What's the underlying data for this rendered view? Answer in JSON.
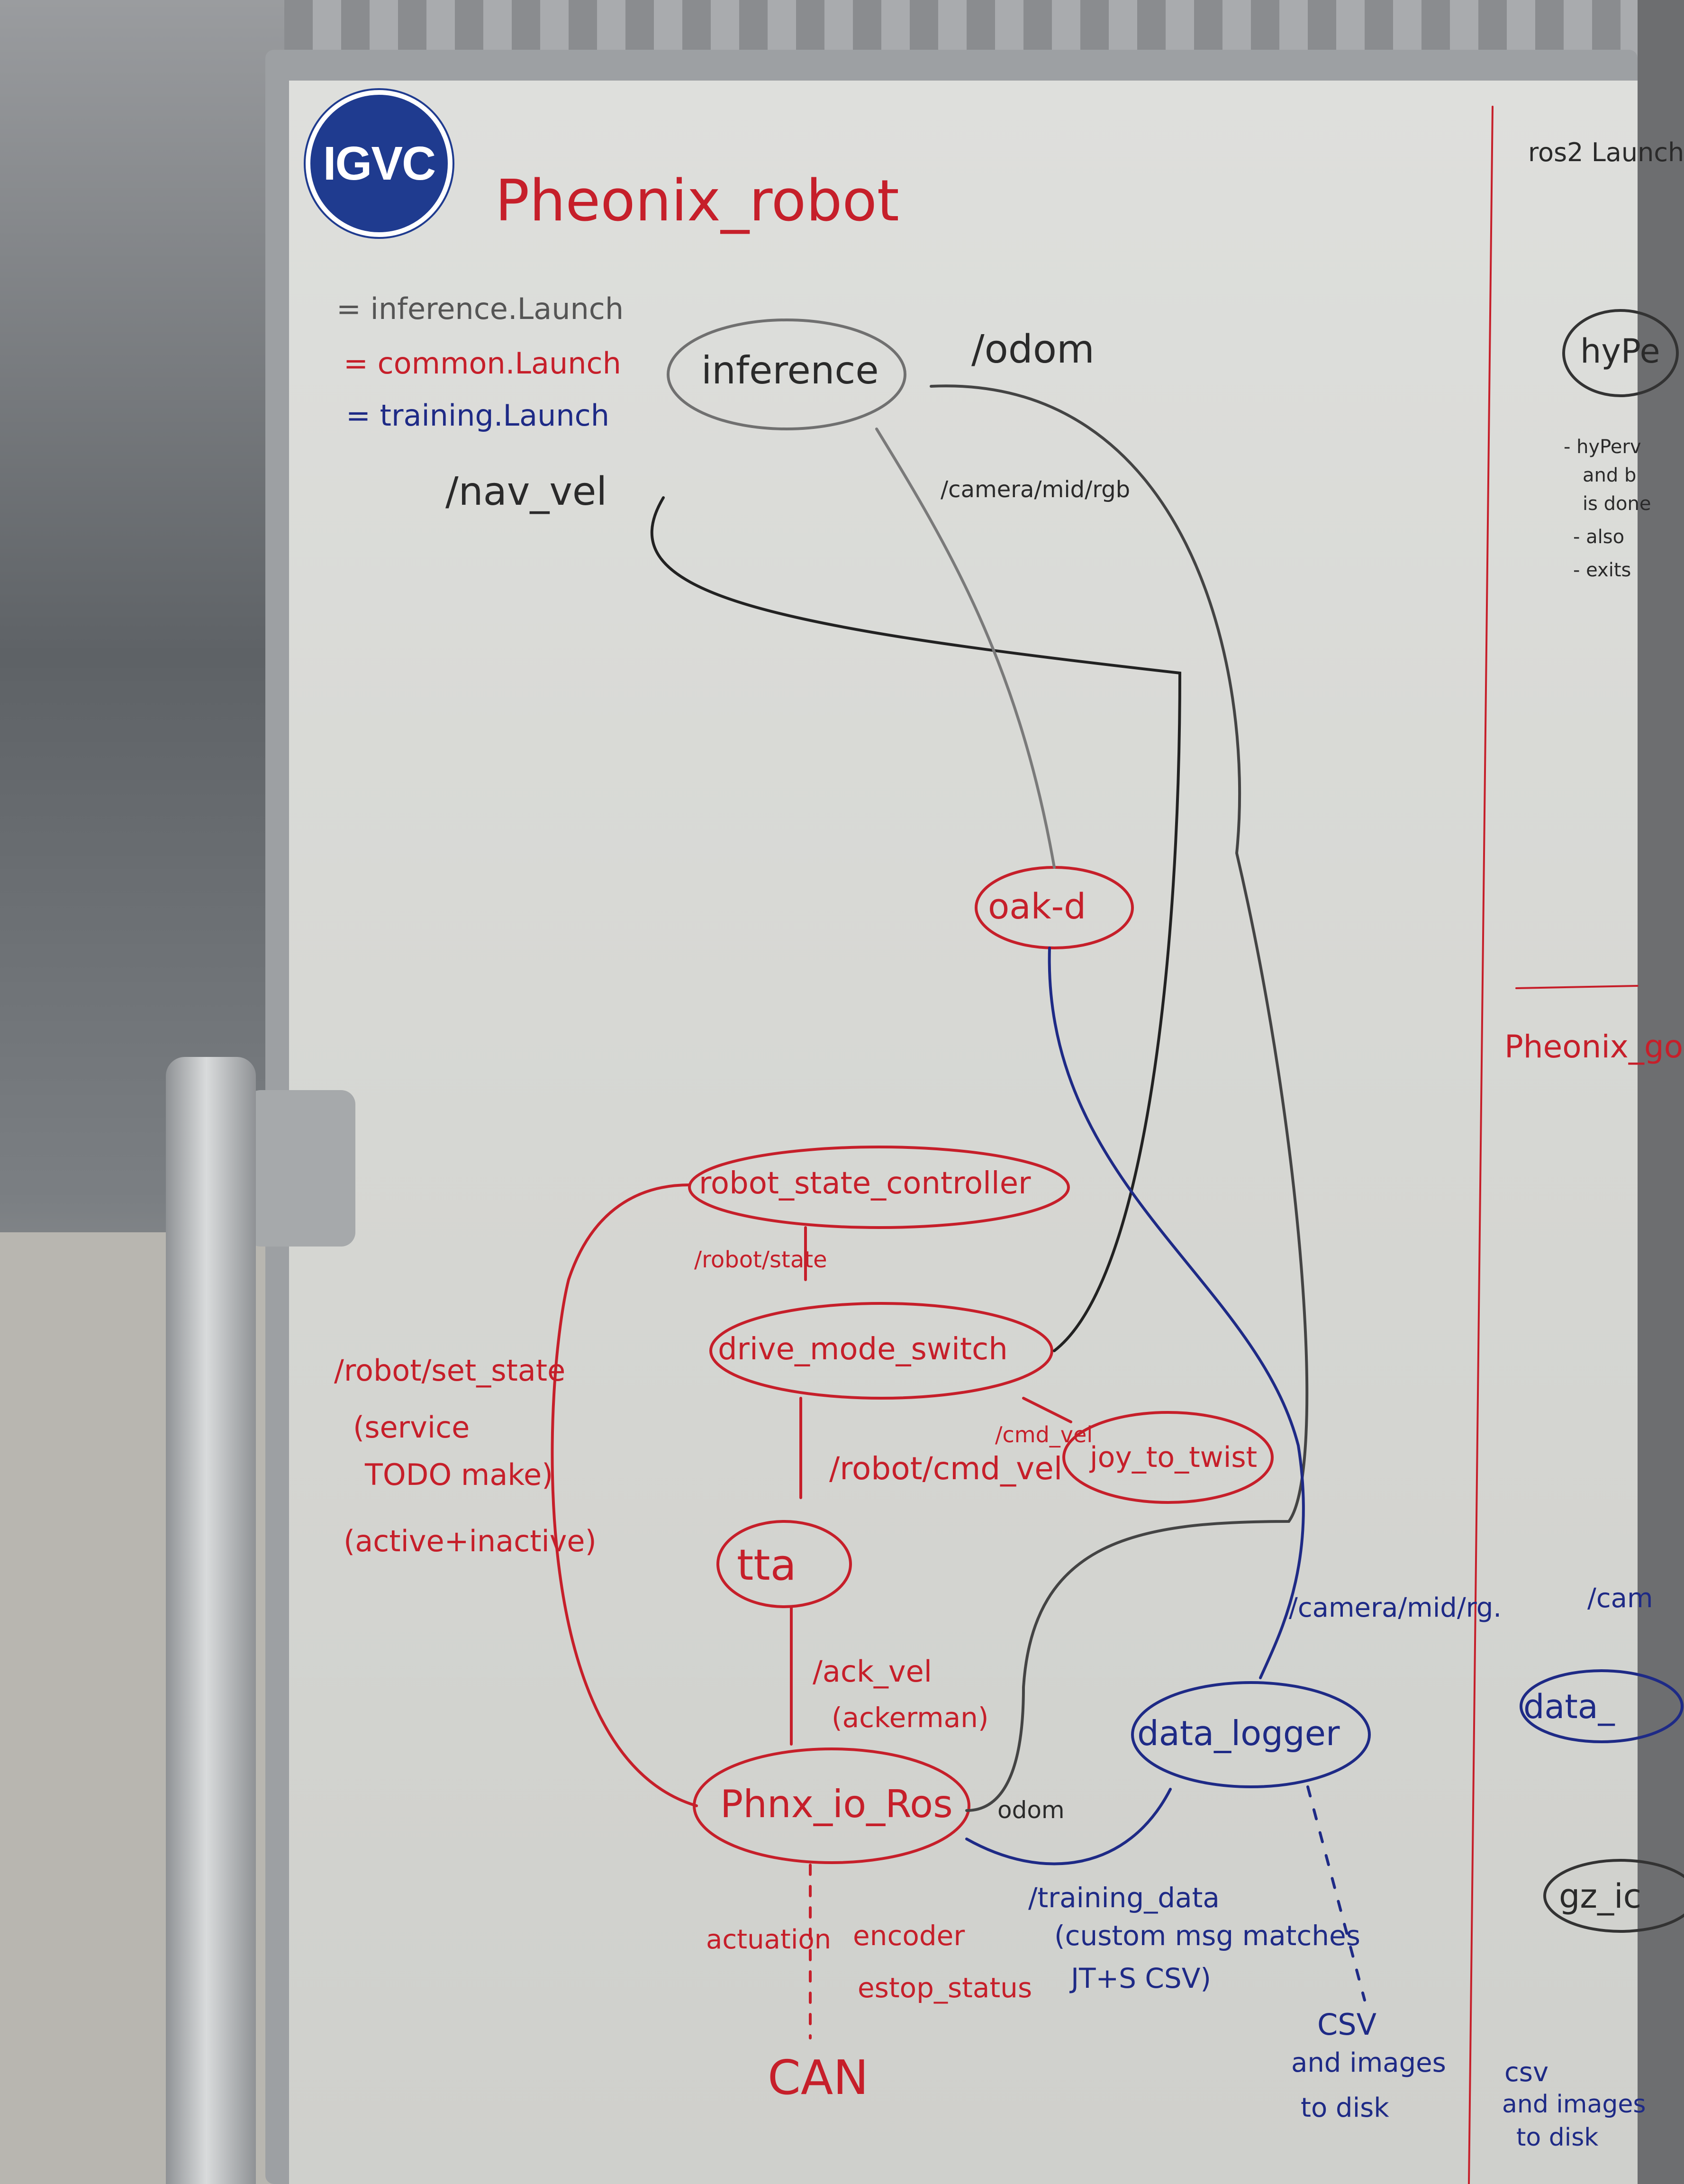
{
  "board": {
    "title": "Pheonix_robot",
    "logo_text": "IGVC",
    "legend": [
      {
        "text": "= inference.Launch",
        "color": "#555555"
      },
      {
        "text": "= common.Launch",
        "color": "#c61f2a"
      },
      {
        "text": "= training.Launch",
        "color": "#1e2a86"
      }
    ],
    "nodes": {
      "inference": "inference",
      "oak_d": "oak-d",
      "robot_state_controller": "robot_state_controller",
      "drive_mode_switch": "drive_mode_switch",
      "joy_to_twist": "joy_to_twist",
      "tta": "tta",
      "phnx_io_ros": "Phnx_io_Ros",
      "data_logger": "data_logger",
      "can": "CAN"
    },
    "edge_labels": {
      "odom_top": "/odom",
      "nav_vel": "/nav_vel",
      "camera_rgb_top": "/camera/mid/rgb",
      "robot_state": "/robot/state",
      "cmd_vel": "/cmd_vel",
      "robot_cmd_vel": "/robot/cmd_vel",
      "ack_vel": "/ack_vel",
      "ackerman": "(ackerman)",
      "odom_bottom": "odom",
      "camera_rgb_bottom": "/camera/mid/rg.",
      "actuation": "actuation",
      "encoder": "encoder",
      "estop_status": "estop_status"
    },
    "set_state_note": [
      "/robot/set_state",
      "(service",
      "TODO make)",
      "(active+inactive)"
    ],
    "training_note": [
      "/training_data",
      "(custom msg matches",
      "JT+S CSV)"
    ],
    "csv_note": [
      "CSV",
      "and images",
      "to disk"
    ],
    "right_panel": {
      "heading": "ros2 Launch",
      "hyper_node": "hyPe",
      "bullets": [
        "- hyPerv",
        "and b",
        "is done",
        "- also",
        "- exits"
      ],
      "subtitle": "Pheonix_go",
      "cam_label": "/cam",
      "data_node": "data_",
      "gz_node": "gz_ic",
      "csv_note": [
        "csv",
        "and images",
        "to disk"
      ]
    }
  }
}
